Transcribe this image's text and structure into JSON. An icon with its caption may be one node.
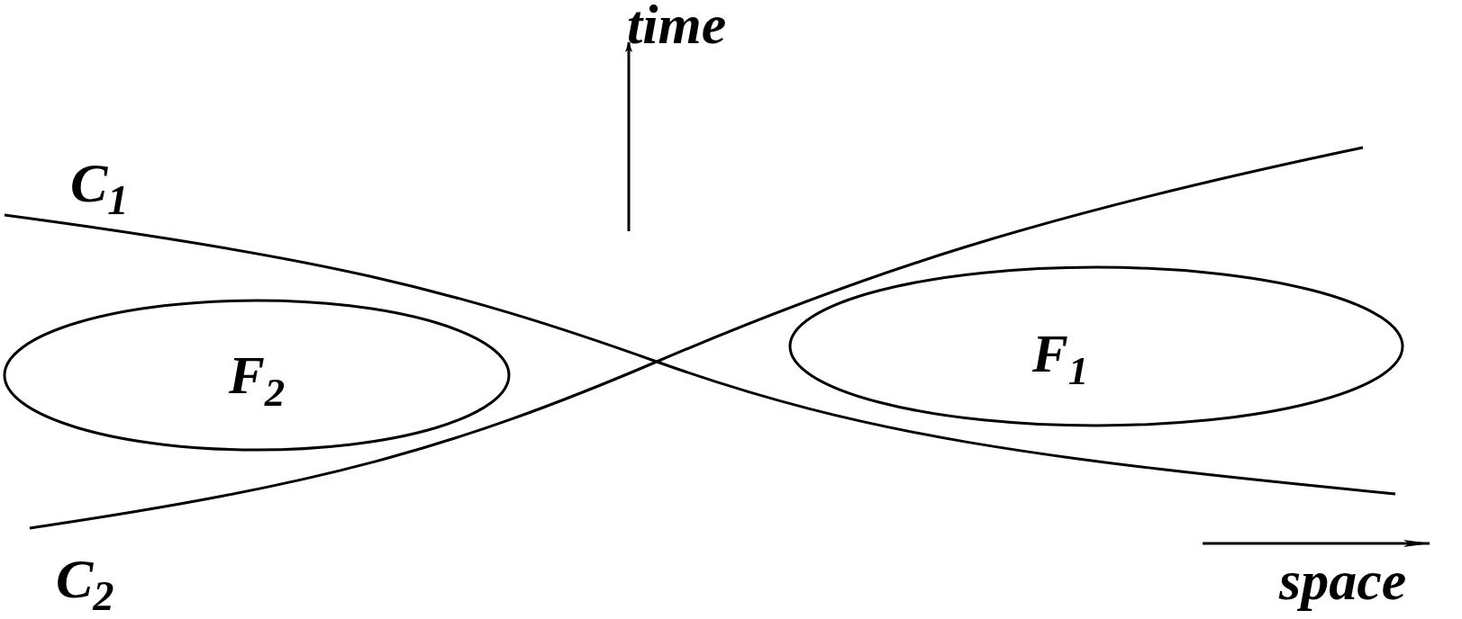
{
  "diagram": {
    "nodes": [
      {
        "text": [
          "F$_{2}$"
        ]
      },
      {
        "text": [
          "F$_{1}$"
        ]
      }
    ],
    "labels": [
      "time",
      "C$_{1}$",
      "C$_{2}$",
      "space"
    ]
  }
}
